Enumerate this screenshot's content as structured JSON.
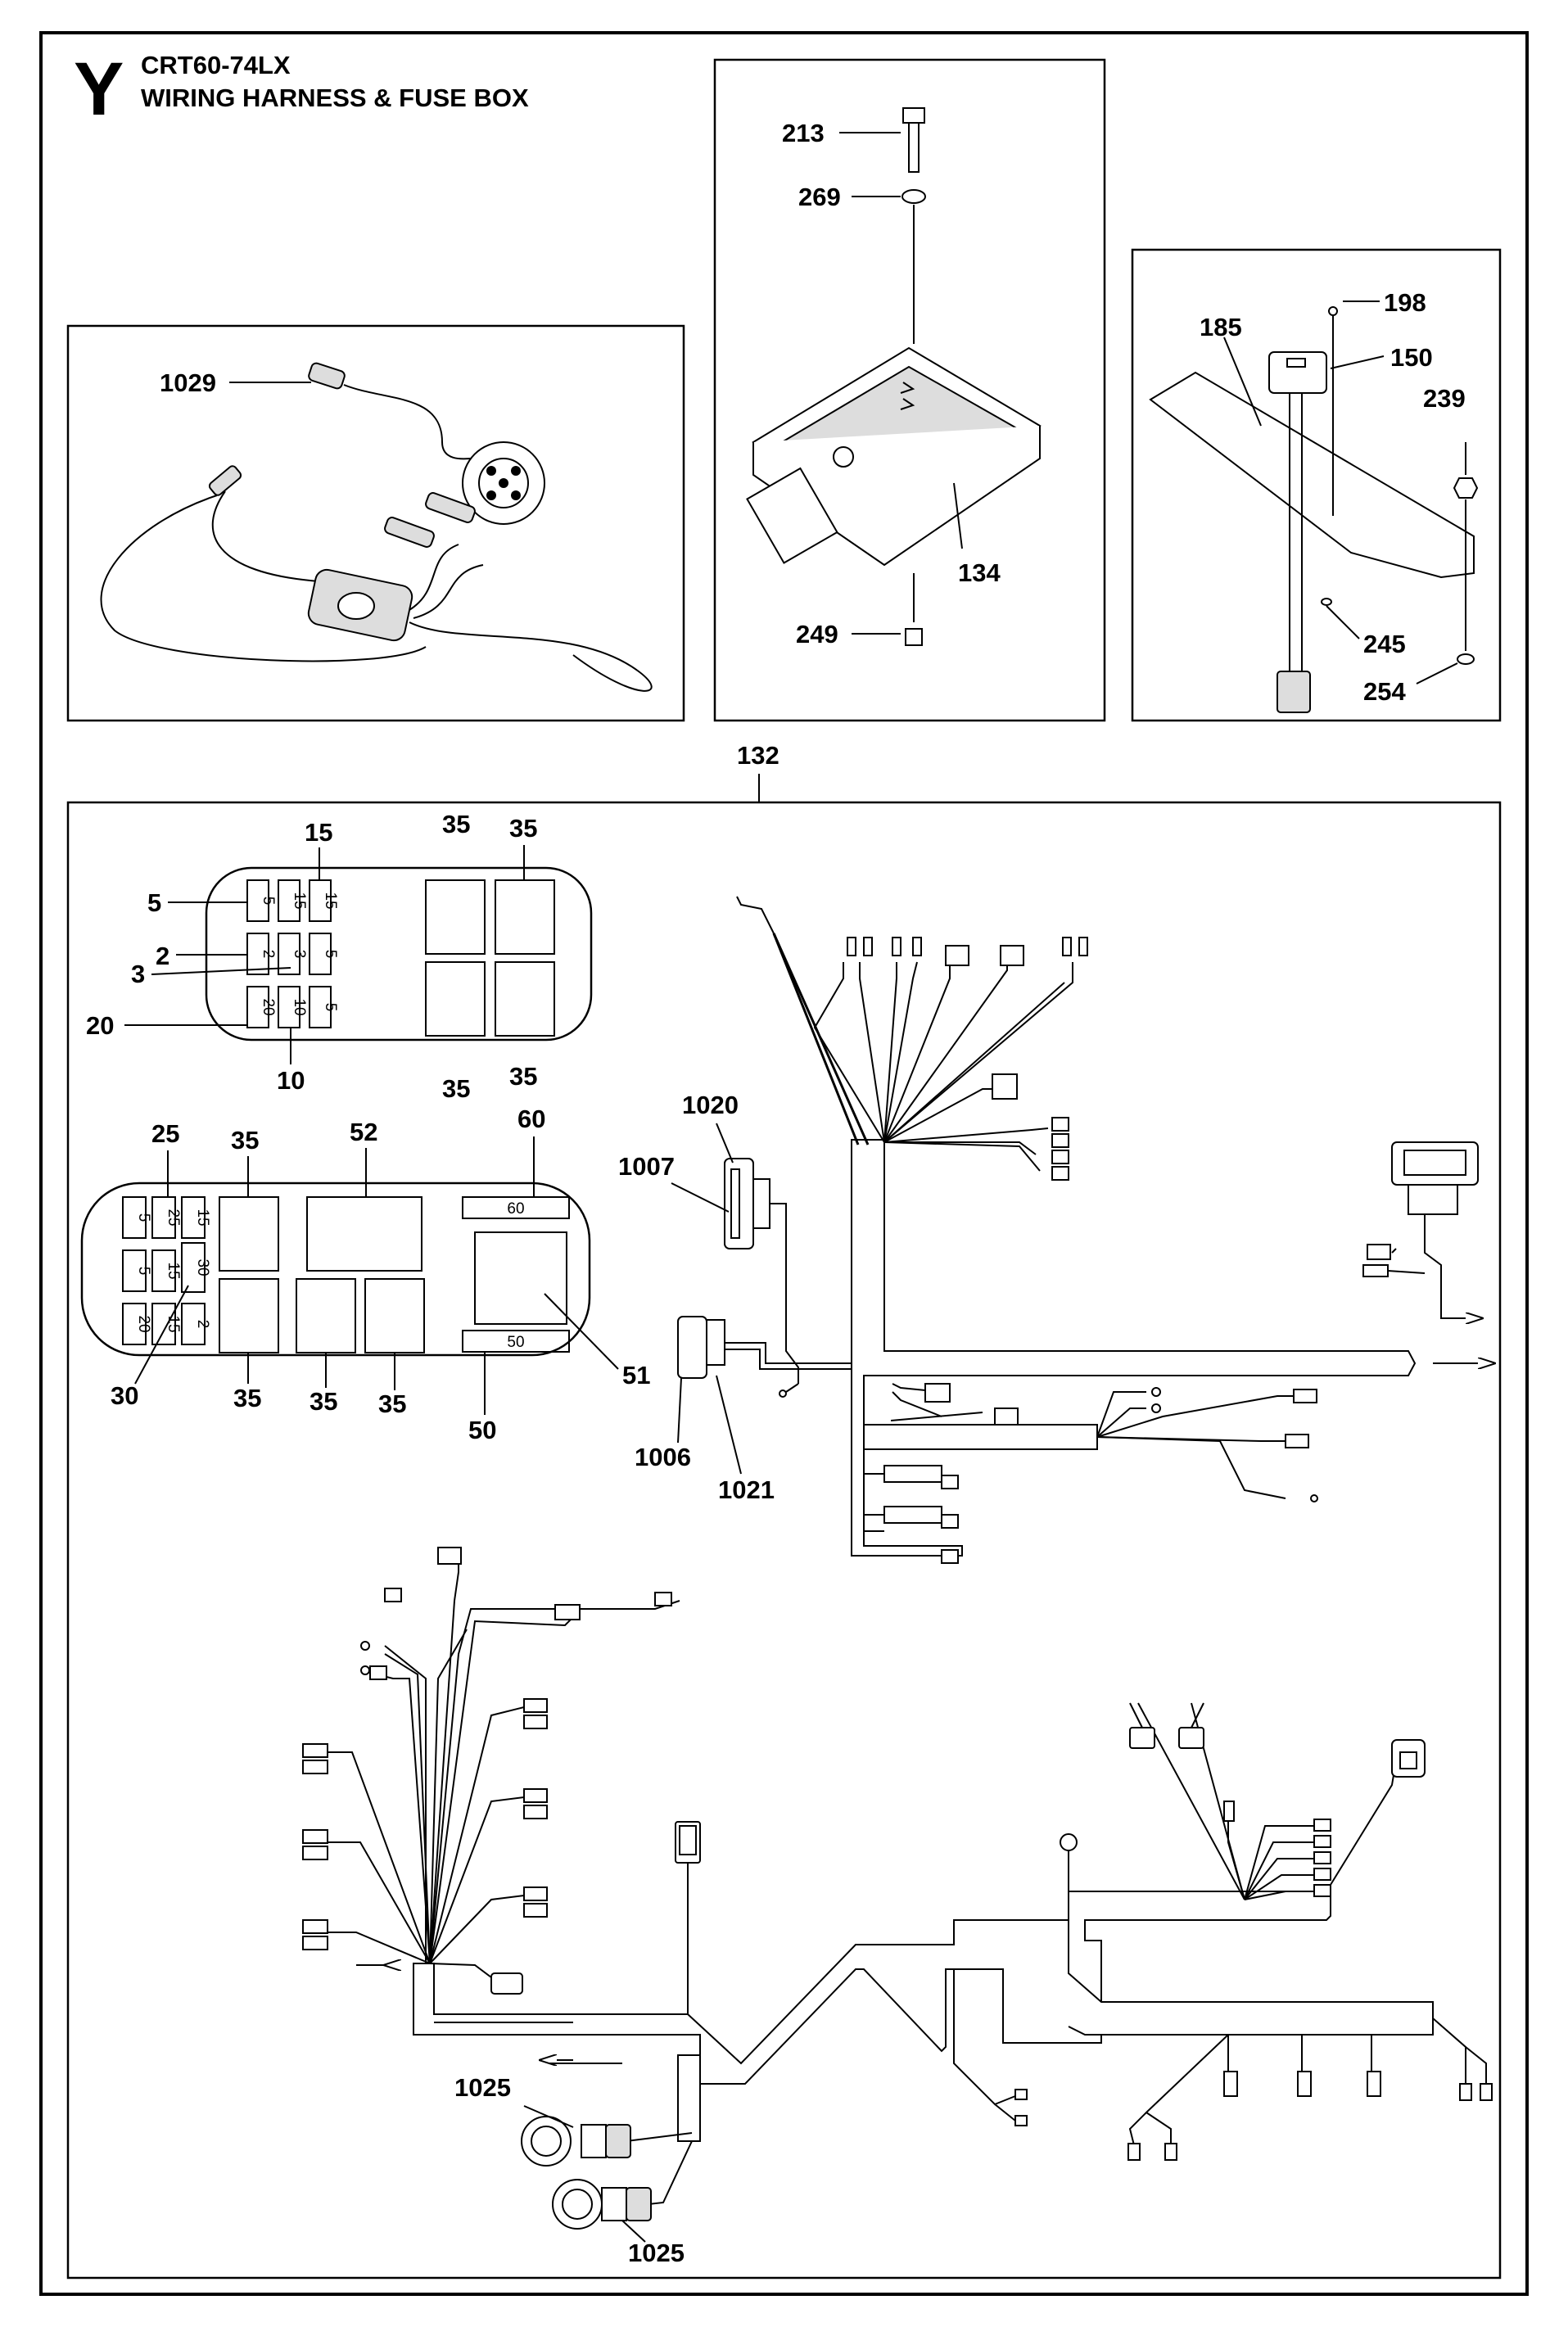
{
  "header": {
    "section_letter": "Y",
    "model": "CRT60-74LX",
    "title": "WIRING HARNESS & FUSE BOX"
  },
  "callouts": {
    "p213": "213",
    "p269": "269",
    "p134": "134",
    "p249": "249",
    "p1029": "1029",
    "p198": "198",
    "p185": "185",
    "p150": "150",
    "p239": "239",
    "p245": "245",
    "p254": "254",
    "p132": "132",
    "p15": "15",
    "p5": "5",
    "p2": "2",
    "p3": "3",
    "p20": "20",
    "p10": "10",
    "p35a": "35",
    "p35b": "35",
    "p35c": "35",
    "p35d": "35",
    "p25": "25",
    "p35e": "35",
    "p52": "52",
    "p60": "60",
    "p51": "51",
    "p50": "50",
    "p30": "30",
    "p35f": "35",
    "p35g": "35",
    "p35h": "35",
    "p1020": "1020",
    "p1007": "1007",
    "p1006": "1006",
    "p1021": "1021",
    "p1025a": "1025",
    "p1025b": "1025"
  },
  "fusebox_upper": {
    "col1": [
      "5",
      "2",
      "20"
    ],
    "col2": [
      "15",
      "3",
      "10"
    ],
    "col3": [
      "15",
      "5",
      "5"
    ]
  },
  "fusebox_lower": {
    "col1": [
      "5",
      "5",
      "20"
    ],
    "col2": [
      "25",
      "15",
      "15"
    ],
    "col3": [
      "15",
      "30",
      "2"
    ],
    "strip_top": "60",
    "strip_bottom": "50"
  }
}
